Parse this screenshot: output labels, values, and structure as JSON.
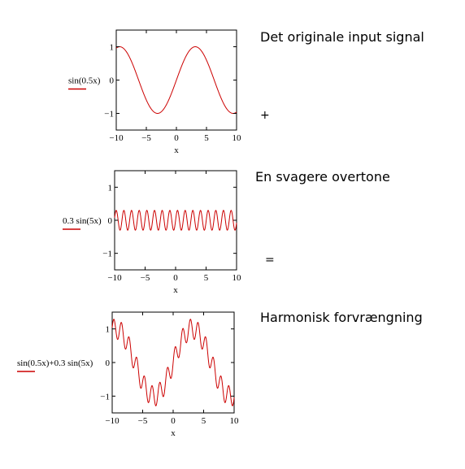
{
  "annotations": {
    "plot1": "Det originale input signal",
    "plot2": "En svagere overtone",
    "plot3": "Harmonisk forvrængning",
    "plus": "+",
    "equals": "="
  },
  "colors": {
    "curve": "#cc0000",
    "underline": "#cc0000",
    "frame": "#000000"
  },
  "chart_data": [
    {
      "type": "line",
      "xlabel": "x",
      "ylabel": "sin(0.5x)",
      "xlim": [
        -10,
        10
      ],
      "ylim": [
        -1.5,
        1.5
      ],
      "x_ticks": [
        "−10",
        "−5",
        "0",
        "5",
        "10"
      ],
      "y_ticks": [
        "1",
        "0",
        "−1"
      ],
      "series": [
        {
          "function": "sin(0.5x)",
          "x_range": [
            -10,
            10
          ],
          "amplitude_1": 1,
          "freq_1": 0.5,
          "amplitude_2": 0,
          "freq_2": 0
        }
      ]
    },
    {
      "type": "line",
      "xlabel": "x",
      "ylabel": "0.3 sin(5x)",
      "xlim": [
        -10,
        10
      ],
      "ylim": [
        -1.5,
        1.5
      ],
      "x_ticks": [
        "−10",
        "−5",
        "0",
        "5",
        "10"
      ],
      "y_ticks": [
        "1",
        "0",
        "−1"
      ],
      "series": [
        {
          "function": "0.3 sin(5x)",
          "x_range": [
            -10,
            10
          ],
          "amplitude_1": 0,
          "freq_1": 0,
          "amplitude_2": 0.3,
          "freq_2": 5
        }
      ]
    },
    {
      "type": "line",
      "xlabel": "x",
      "ylabel": "sin(0.5x)+0.3 sin(5x)",
      "xlim": [
        -10,
        10
      ],
      "ylim": [
        -1.5,
        1.5
      ],
      "x_ticks": [
        "−10",
        "−5",
        "0",
        "5",
        "10"
      ],
      "y_ticks": [
        "1",
        "0",
        "−1"
      ],
      "series": [
        {
          "function": "sin(0.5x)+0.3 sin(5x)",
          "x_range": [
            -10,
            10
          ],
          "amplitude_1": 1,
          "freq_1": 0.5,
          "amplitude_2": 0.3,
          "freq_2": 5
        }
      ]
    }
  ]
}
